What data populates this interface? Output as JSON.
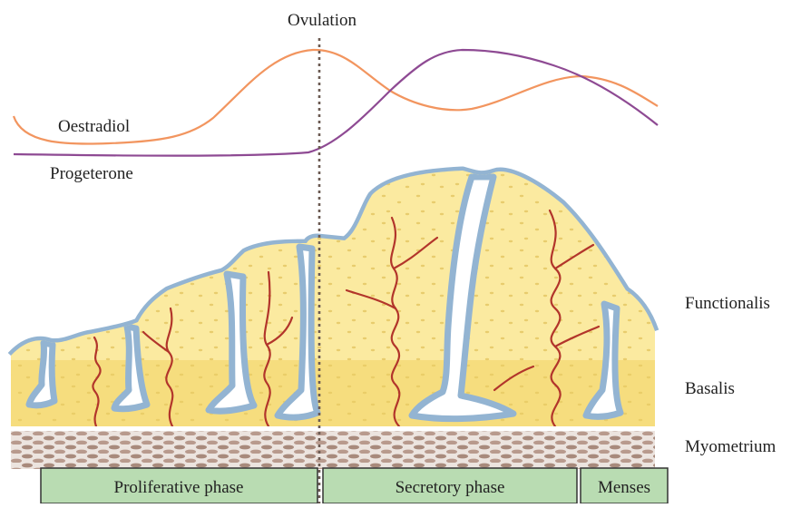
{
  "title": "Ovulation",
  "hormones": [
    {
      "key": "oestradiol",
      "label": "Oestradiol",
      "color": "#f2955f"
    },
    {
      "key": "progesterone",
      "label": "Progeterone",
      "color": "#8e4a93"
    }
  ],
  "layers": [
    {
      "key": "functionalis",
      "label": "Functionalis"
    },
    {
      "key": "basalis",
      "label": "Basalis"
    },
    {
      "key": "myometrium",
      "label": "Myometrium"
    }
  ],
  "phases": [
    {
      "key": "proliferative",
      "label": "Proliferative phase"
    },
    {
      "key": "secretory",
      "label": "Secretory phase"
    },
    {
      "key": "menses",
      "label": "Menses"
    }
  ],
  "colors": {
    "functionalis": "#fbeaa0",
    "basalis": "#f5dc7a",
    "epithelium": "#93b4d2",
    "vessel": "#b2352b",
    "myometrium": "#b29a8e",
    "phase_box": "#b9dcb2",
    "divider": "#6b5a52"
  }
}
